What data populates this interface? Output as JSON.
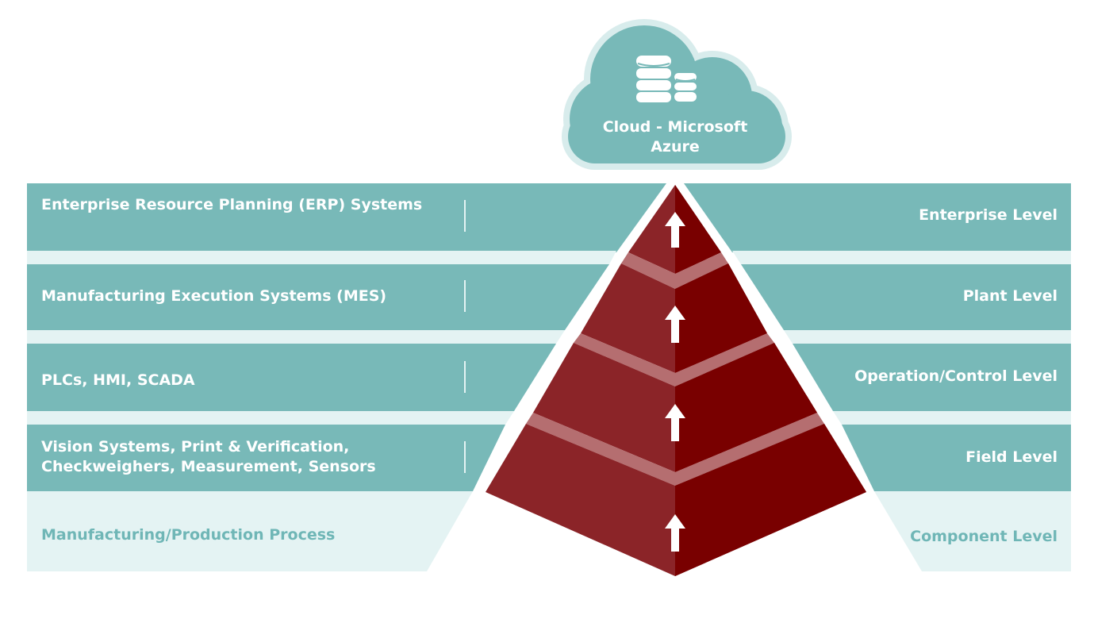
{
  "cloud": {
    "title": "Cloud - Microsoft Azure",
    "icon": "database-icon"
  },
  "layers": [
    {
      "left_label": "Enterprise Resource Planning (ERP) Systems",
      "right_label": "Enterprise Level"
    },
    {
      "left_label": "Manufacturing Execution Systems (MES)",
      "right_label": "Plant Level"
    },
    {
      "left_label": "PLCs, HMI, SCADA",
      "right_label": "Operation/Control Level"
    },
    {
      "left_label": "Vision Systems, Print & Verification, Checkweighers, Measurement, Sensors",
      "right_label": "Field Level"
    },
    {
      "left_label": "Manufacturing/Production Process",
      "right_label": "Component Level"
    }
  ],
  "arrow_icon": "up-arrow-icon",
  "colors": {
    "band": "#78b9b8",
    "band_light": "#e4f3f3",
    "pyramid_left": "#8b2428",
    "pyramid_right": "#790000",
    "cloud": "#78b9b8",
    "text": "#ffffff",
    "text_muted": "#6fb6b6"
  }
}
